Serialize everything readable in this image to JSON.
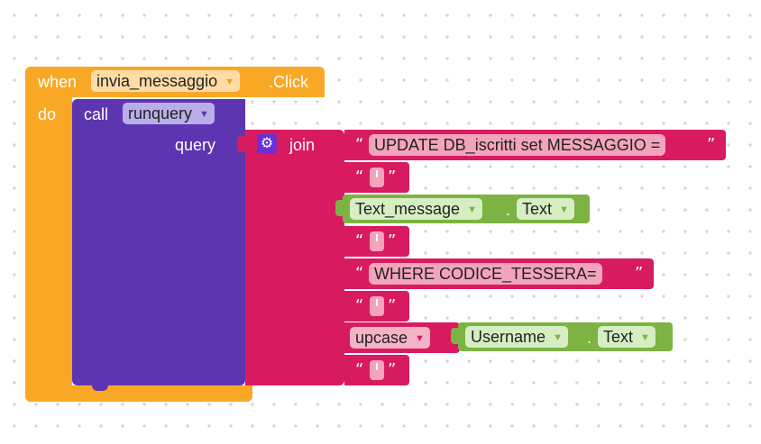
{
  "event": {
    "when_label": "when",
    "component": "invia_messaggio",
    "event_name": ".Click",
    "do_label": "do"
  },
  "call": {
    "call_label": "call",
    "procedure": "runquery",
    "param_label": "query"
  },
  "join": {
    "label": "join",
    "open_quote": "“",
    "close_quote": "”",
    "items": [
      {
        "type": "text",
        "value": "UPDATE DB_iscritti set MESSAGGIO ="
      },
      {
        "type": "text",
        "value": "'"
      },
      {
        "type": "getter",
        "component": "Text_message",
        "property": "Text",
        "dot": "."
      },
      {
        "type": "text",
        "value": "'"
      },
      {
        "type": "text",
        "value": "WHERE CODICE_TESSERA="
      },
      {
        "type": "text",
        "value": "'"
      },
      {
        "type": "upcase",
        "label": "upcase",
        "component": "Username",
        "property": "Text",
        "dot": "."
      },
      {
        "type": "text",
        "value": "'"
      }
    ]
  },
  "colors": {
    "event_block": "#f9a825",
    "call_block": "#5e35b1",
    "join_block": "#d81b60",
    "getter_block": "#7cb342"
  }
}
